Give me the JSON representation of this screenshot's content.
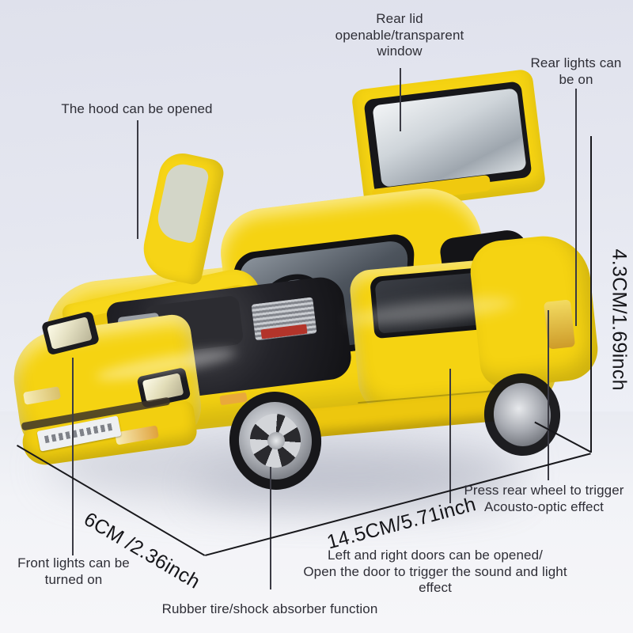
{
  "product": {
    "name": "yellow-diecast-sports-car-model",
    "body_color": "#f5d312",
    "background_color": "#e4e6ef",
    "text_color": "#2e2e36"
  },
  "annotations": [
    {
      "id": "hood",
      "text": "The hood can be opened"
    },
    {
      "id": "rear-lid",
      "text": "Rear lid\nopenable/transparent\nwindow"
    },
    {
      "id": "rear-lights",
      "text": "Rear lights can\nbe on"
    },
    {
      "id": "rear-wheel",
      "text": "Press rear wheel to trigger\nAcousto-optic effect"
    },
    {
      "id": "doors",
      "text": "Left and right doors can be opened/\nOpen the door to trigger the sound and light\neffect"
    },
    {
      "id": "tire",
      "text": "Rubber tire/shock absorber function"
    },
    {
      "id": "front-lights",
      "text": "Front lights can be\nturned on"
    }
  ],
  "annotation_lines": {
    "hood_l1": "The hood can be opened",
    "rear_lid_l1": "Rear lid",
    "rear_lid_l2": "openable/transparent",
    "rear_lid_l3": "window",
    "rear_lights_l1": "Rear lights can",
    "rear_lights_l2": "be on",
    "rear_wheel_l1": "Press rear wheel to trigger",
    "rear_wheel_l2": "Acousto-optic effect",
    "doors_l1": "Left and right doors can be opened/",
    "doors_l2": "Open the door to trigger the sound and light",
    "doors_l3": "effect",
    "tire_l1": "Rubber tire/shock absorber function",
    "front_lights_l1": "Front lights can be",
    "front_lights_l2": "turned on"
  },
  "dimensions": {
    "height": "4.3CM/1.69inch",
    "width": "6CM /2.36inch",
    "length": "14.5CM/5.71inch"
  }
}
